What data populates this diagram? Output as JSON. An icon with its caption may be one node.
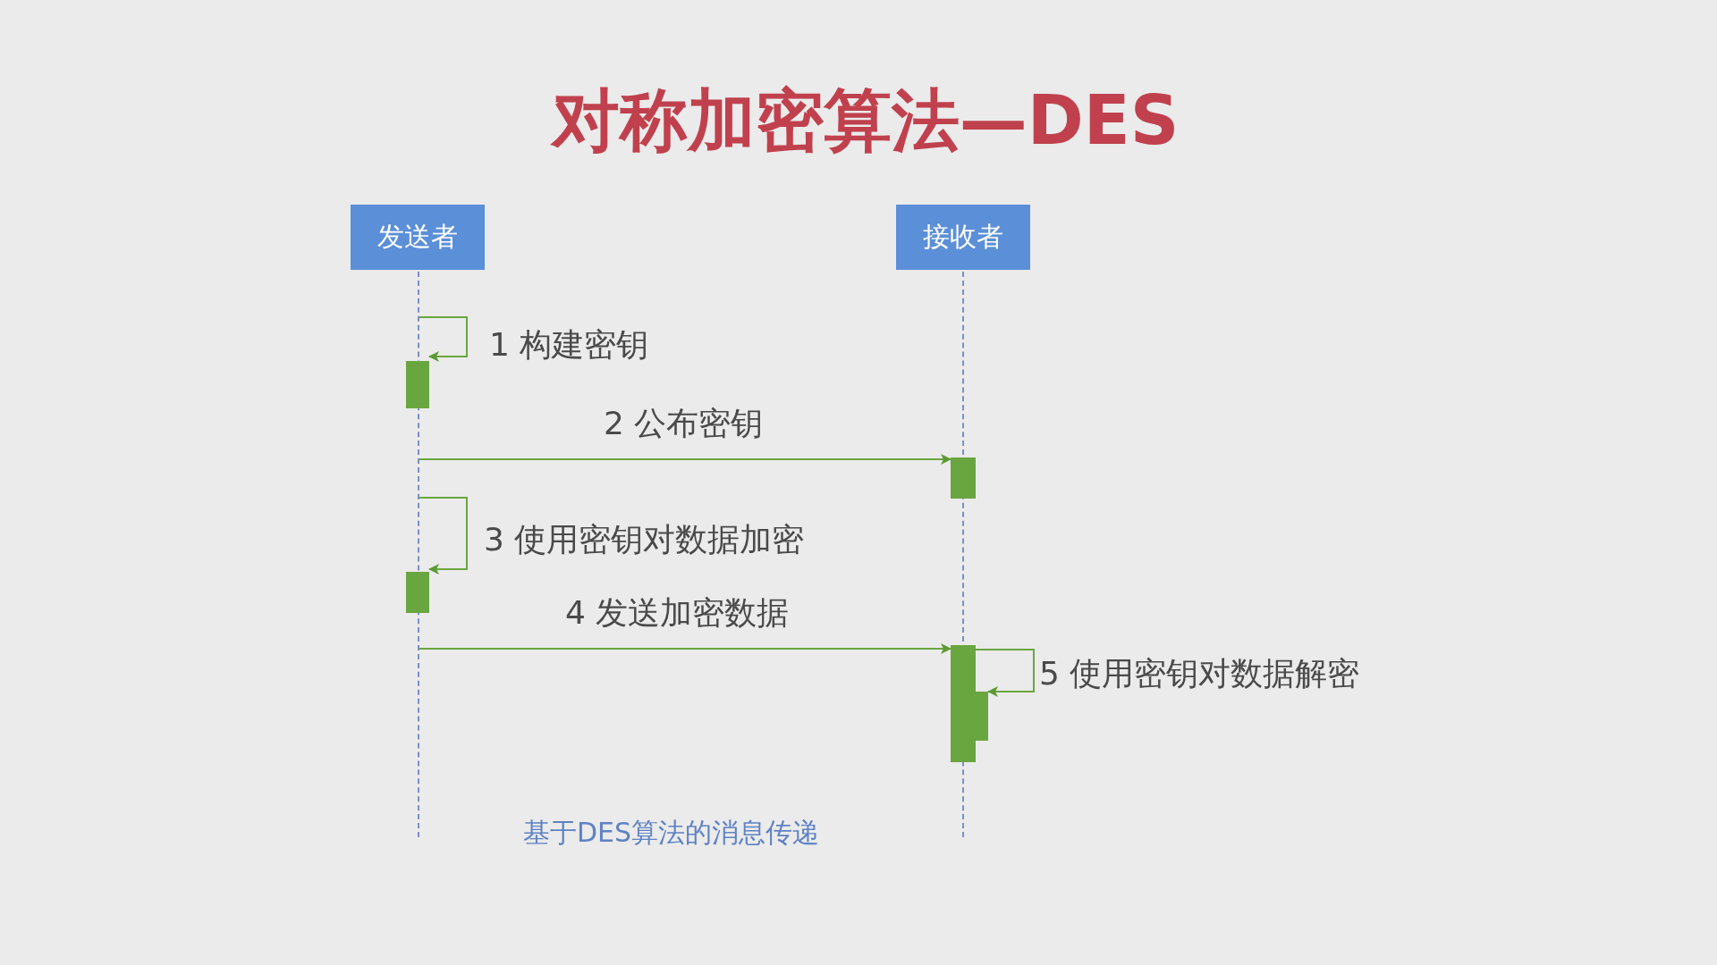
{
  "diagram": {
    "title": "对称加密算法—DES",
    "caption": "基于DES算法的消息传递",
    "nodes": [
      {
        "text": [
          "发送者"
        ]
      },
      {
        "text": [
          "接收者"
        ]
      },
      {
        "text": [],
        "shape": "line"
      },
      {
        "text": [],
        "shape": "line"
      },
      {
        "text": [],
        "shape": "bar"
      },
      {
        "text": [],
        "shape": "bar"
      },
      {
        "text": [],
        "shape": "bar"
      },
      {
        "text": [],
        "shape": "bar"
      },
      {
        "text": [],
        "shape": "bar"
      }
    ],
    "edges": [
      {
        "from": 2,
        "to": 4,
        "arrow": "to",
        "label": "1 构建密钥"
      },
      {
        "from": 2,
        "to": 5,
        "arrow": "to",
        "label": "2 公布密钥"
      },
      {
        "from": 2,
        "to": 6,
        "arrow": "to",
        "label": "3 使用密钥对数据加密"
      },
      {
        "from": 2,
        "to": 7,
        "arrow": "to",
        "label": "4 发送加密数据"
      },
      {
        "from": 7,
        "to": 8,
        "arrow": "to",
        "label": "5 使用密钥对数据解密"
      }
    ]
  }
}
